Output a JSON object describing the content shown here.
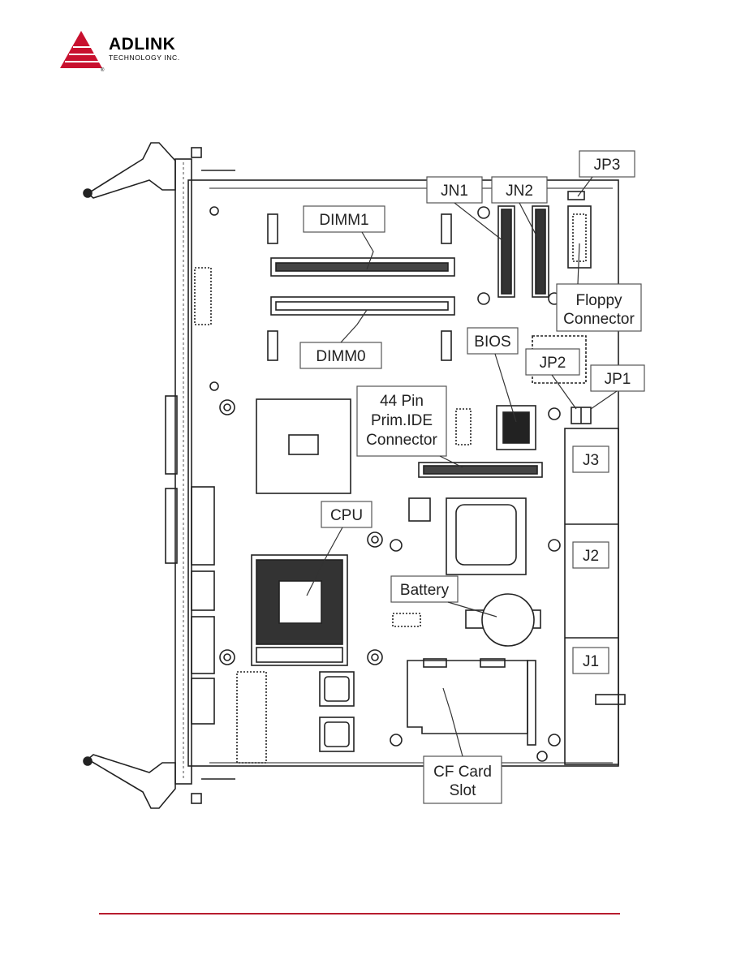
{
  "brand": {
    "name": "ADLINK",
    "tagline": "TECHNOLOGY INC.",
    "accent_color": "#c8102e"
  },
  "diagram": {
    "labels": {
      "jp3": "JP3",
      "jn1": "JN1",
      "jn2": "JN2",
      "dimm1": "DIMM1",
      "dimm0": "DIMM0",
      "floppy_1": "Floppy",
      "floppy_2": "Connector",
      "bios": "BIOS",
      "jp2": "JP2",
      "jp1": "JP1",
      "ide_1": "44 Pin",
      "ide_2": "Prim.IDE",
      "ide_3": "Connector",
      "j3": "J3",
      "j2": "J2",
      "j1": "J1",
      "cpu": "CPU",
      "battery": "Battery",
      "cf_1": "CF Card",
      "cf_2": "Slot"
    }
  },
  "footer": {
    "rule_color": "#b71c2e"
  }
}
